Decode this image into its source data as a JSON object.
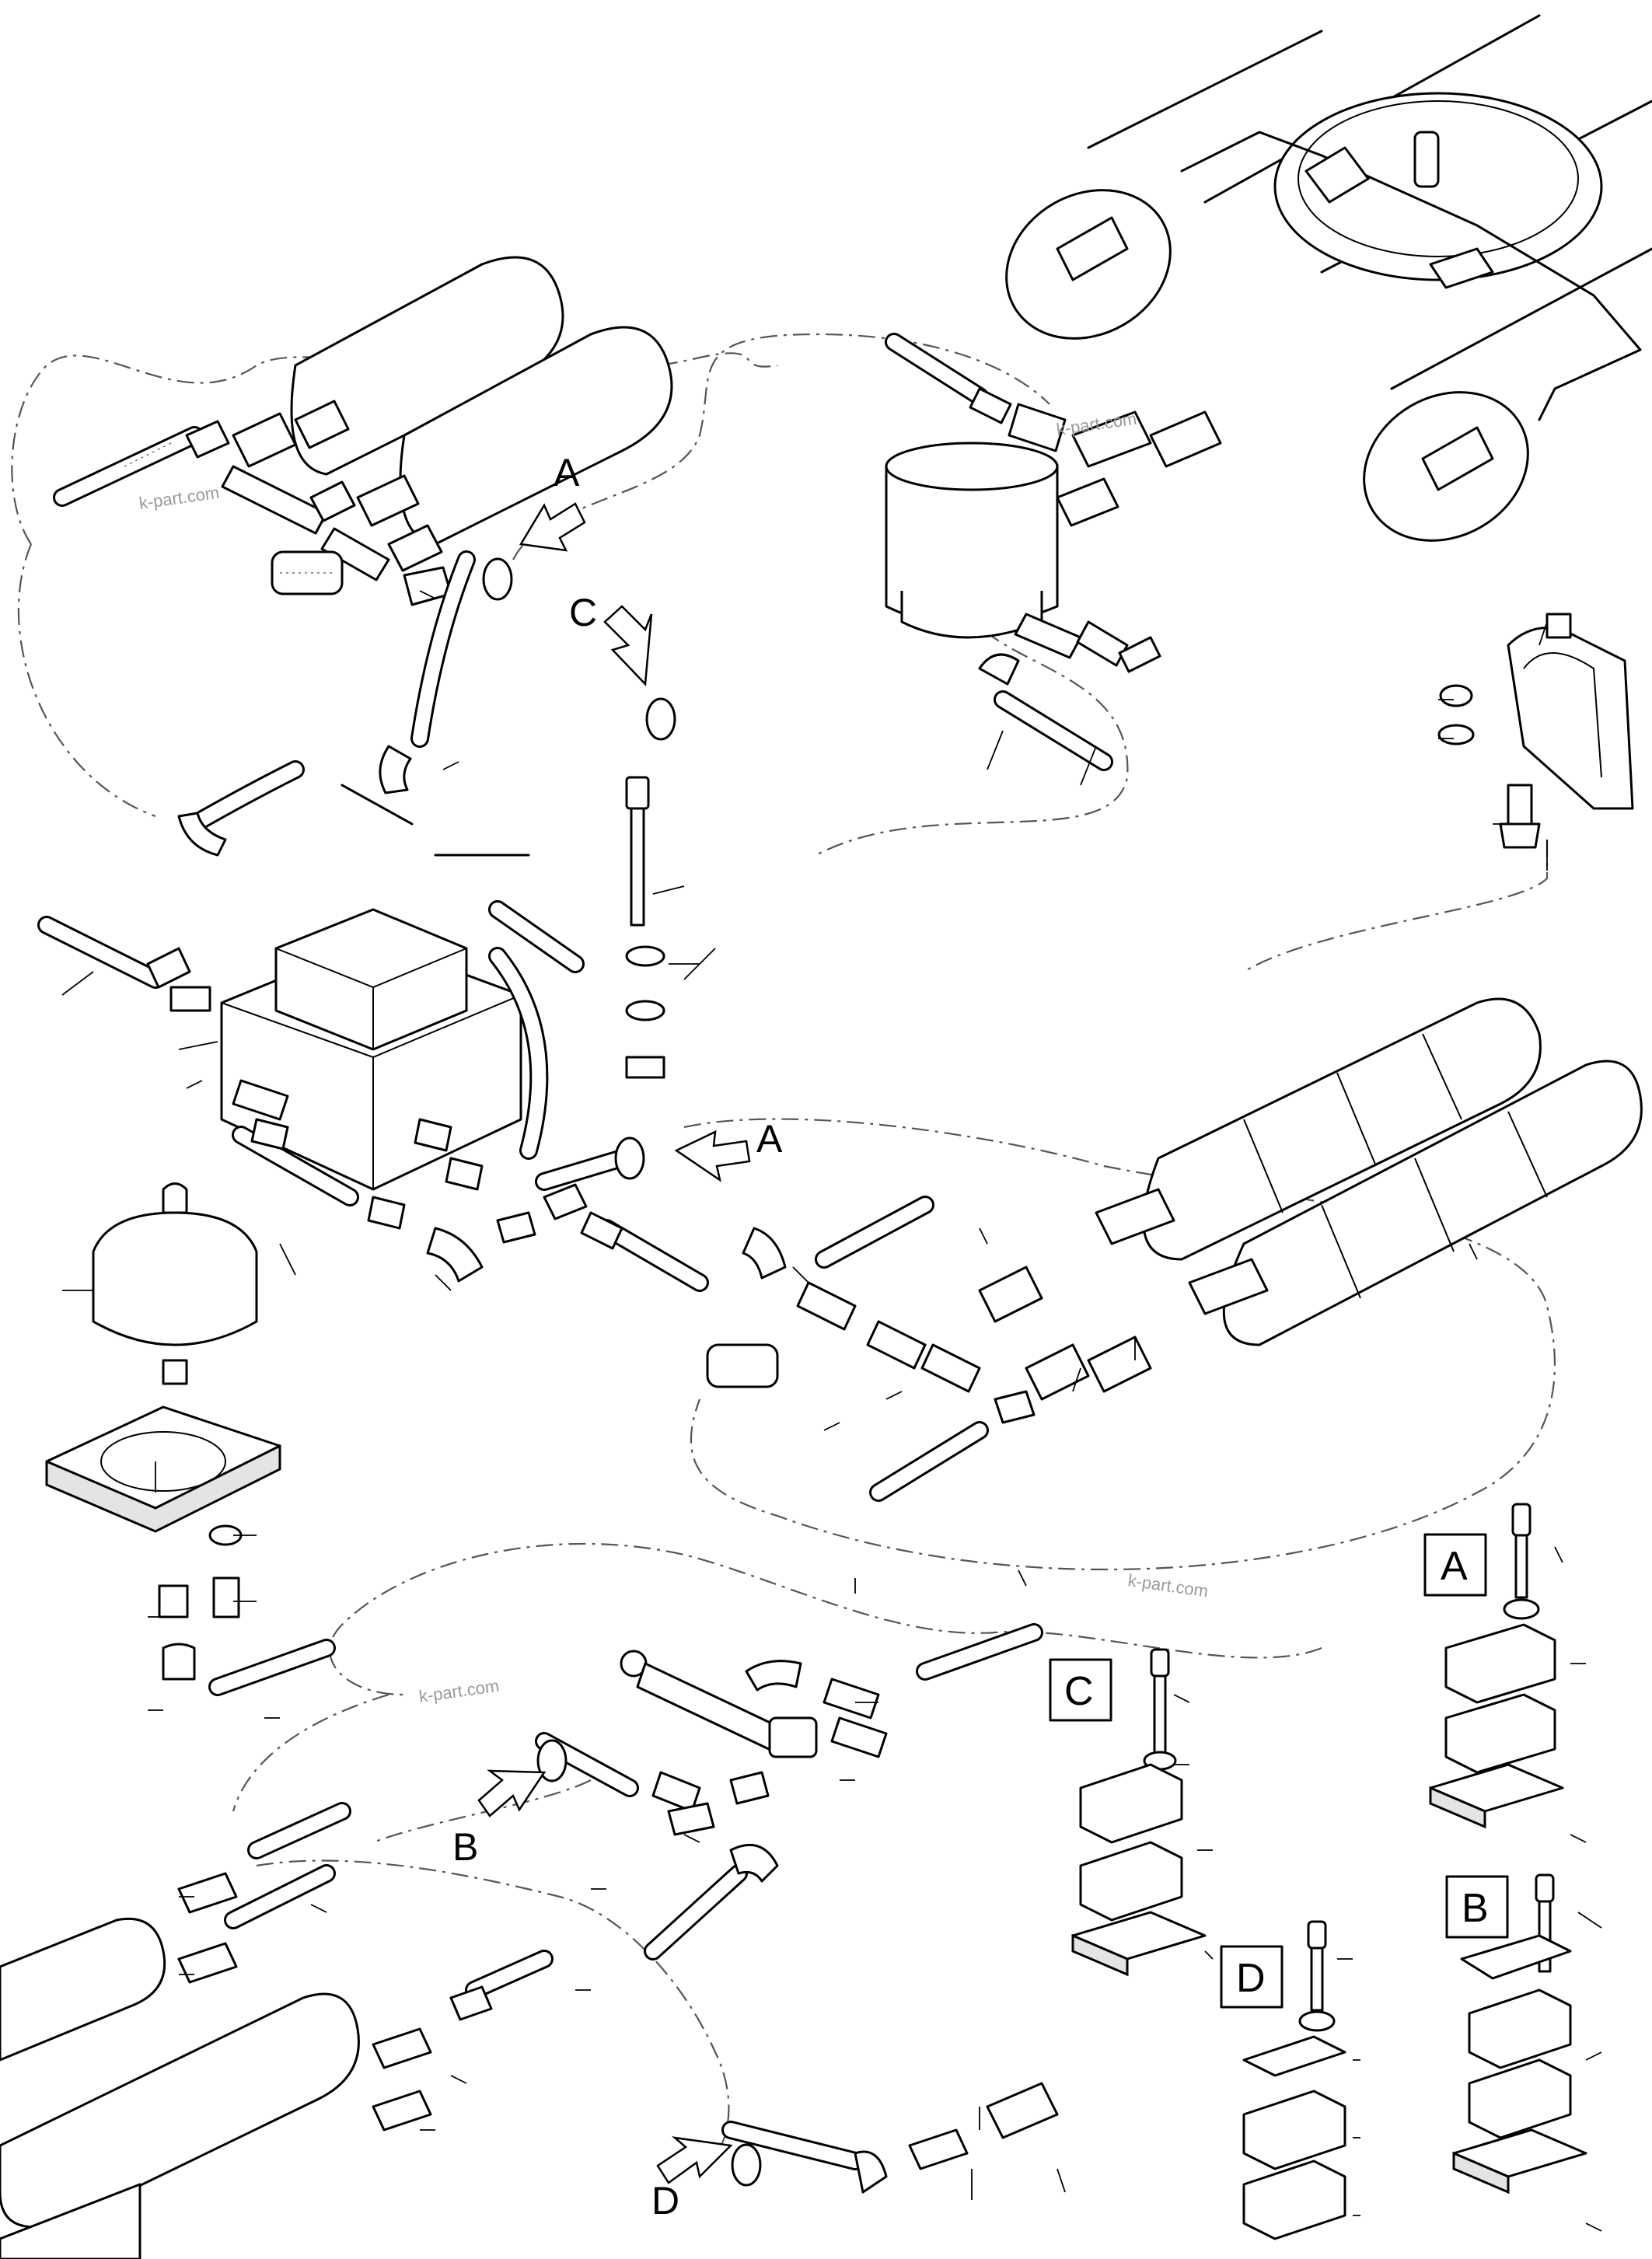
{
  "callouts": {
    "a_upper": "A",
    "a_mid": "A",
    "c_upper": "C",
    "b_lower": "B",
    "d_lower": "D"
  },
  "detail_boxes": {
    "a": "A",
    "b": "B",
    "c": "C",
    "d": "D"
  },
  "watermarks": {
    "top_left": "k-part.com",
    "top_center": "k-part.com",
    "mid_right": "k-part.com",
    "lower_left": "k-part.com"
  },
  "colors": {
    "line": "#000000",
    "background": "#ffffff",
    "watermark": "#9a9a9a"
  }
}
